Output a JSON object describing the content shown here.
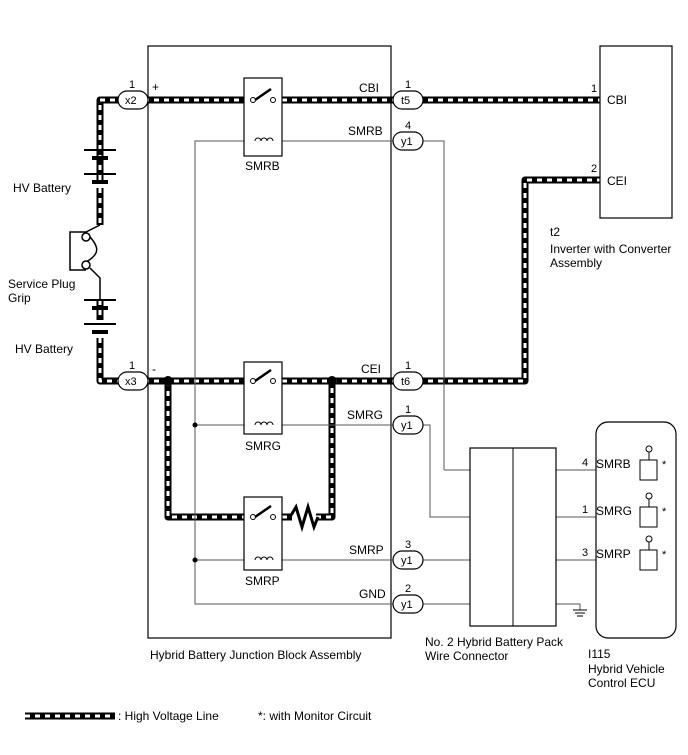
{
  "junction_block": {
    "name": "Hybrid Battery Junction Block Assembly",
    "relays": {
      "smrb": "SMRB",
      "smrg": "SMRG",
      "smrp": "SMRP"
    },
    "terminals": {
      "cbi": "CBI",
      "smrb": "SMRB",
      "cei": "CEI",
      "smrg": "SMRG",
      "smrp": "SMRP",
      "gnd": "GND"
    },
    "plus_sign": "+",
    "minus_sign": "-"
  },
  "battery": {
    "hv_battery_top": "HV Battery",
    "hv_battery_bottom": "HV Battery",
    "service_plug_line1": "Service Plug",
    "service_plug_line2": "Grip"
  },
  "connectors": {
    "x2": {
      "id": "x2",
      "pin": "1"
    },
    "x3": {
      "id": "x3",
      "pin": "1"
    },
    "t5": {
      "id": "t5",
      "pin": "1"
    },
    "t6": {
      "id": "t6",
      "pin": "1"
    },
    "y1_smrb": {
      "id": "y1",
      "pin": "4"
    },
    "y1_smrg": {
      "id": "y1",
      "pin": "1"
    },
    "y1_smrp": {
      "id": "y1",
      "pin": "3"
    },
    "y1_gnd": {
      "id": "y1",
      "pin": "2"
    }
  },
  "inverter": {
    "connector": "t2",
    "name_line1": "Inverter with Converter",
    "name_line2": "Assembly",
    "pins": [
      {
        "pin": "1",
        "label": "CBI"
      },
      {
        "pin": "2",
        "label": "CEI"
      }
    ]
  },
  "wire_connector": {
    "name_line1": "No. 2 Hybrid Battery Pack",
    "name_line2": "Wire Connector"
  },
  "ecu": {
    "connector": "I115",
    "name_line1": "Hybrid Vehicle",
    "name_line2": "Control ECU",
    "pins": [
      {
        "pin": "4",
        "label": "SMRB",
        "mark": "*"
      },
      {
        "pin": "1",
        "label": "SMRG",
        "mark": "*"
      },
      {
        "pin": "3",
        "label": "SMRP",
        "mark": "*"
      }
    ]
  },
  "legend": {
    "high_voltage": ": High Voltage Line",
    "monitor": "*: with Monitor Circuit"
  }
}
